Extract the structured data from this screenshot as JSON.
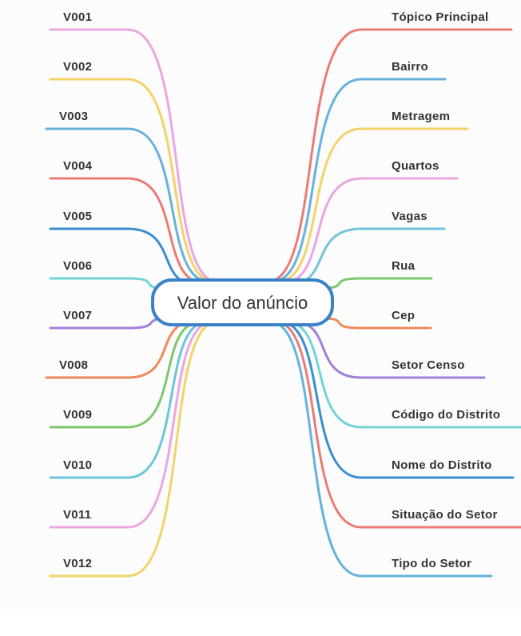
{
  "central_topic": {
    "label": "Valor do anúncio",
    "color": "#3a82c8"
  },
  "left_branches": [
    {
      "label": "V001",
      "color": "#eaa6e0"
    },
    {
      "label": "V002",
      "color": "#f3d26a"
    },
    {
      "label": "V003",
      "color": "#66b2dc"
    },
    {
      "label": "V004",
      "color": "#ea7c74"
    },
    {
      "label": "V005",
      "color": "#3a8ed0"
    },
    {
      "label": "V006",
      "color": "#72d4d4"
    },
    {
      "label": "V007",
      "color": "#a37ed8"
    },
    {
      "label": "V008",
      "color": "#ed8a5c"
    },
    {
      "label": "V009",
      "color": "#7cc86a"
    },
    {
      "label": "V010",
      "color": "#6cc4da"
    },
    {
      "label": "V011",
      "color": "#eaa6e0"
    },
    {
      "label": "V012",
      "color": "#f3d26a"
    }
  ],
  "right_branches": [
    {
      "label": "Tópico Principal",
      "color": "#ea7c74"
    },
    {
      "label": "Bairro",
      "color": "#66b2dc"
    },
    {
      "label": "Metragem",
      "color": "#f3d26a"
    },
    {
      "label": "Quartos",
      "color": "#eaa6e0"
    },
    {
      "label": "Vagas",
      "color": "#72c4dc"
    },
    {
      "label": "Rua",
      "color": "#7cc86a"
    },
    {
      "label": "Cep",
      "color": "#ed8a5c"
    },
    {
      "label": "Setor Censo",
      "color": "#a37ed8"
    },
    {
      "label": "Código do Distrito",
      "color": "#72d4d4"
    },
    {
      "label": "Nome do Distrito",
      "color": "#3a8ed0"
    },
    {
      "label": "Situação do Setor",
      "color": "#ea7c74"
    },
    {
      "label": "Tipo do Setor",
      "color": "#66b2dc"
    }
  ]
}
